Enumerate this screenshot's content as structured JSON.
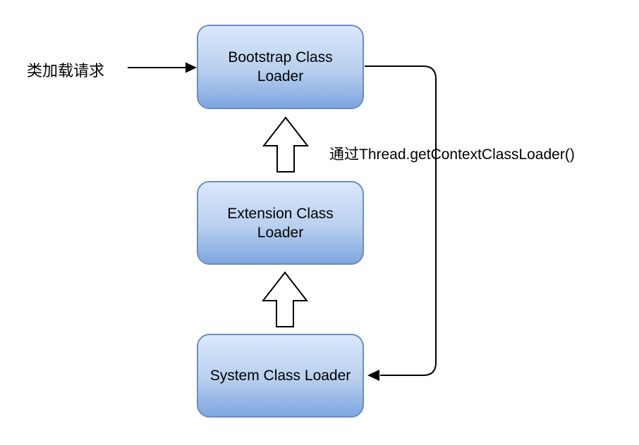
{
  "nodes": {
    "bootstrap": {
      "line1": "Bootstrap Class",
      "line2": "Loader"
    },
    "extension": {
      "line1": "Extension Class",
      "line2": "Loader"
    },
    "system": {
      "line1": "System Class Loader"
    }
  },
  "edges": {
    "request_label": "类加载请求",
    "context_label": "通过Thread.getContextClassLoader()"
  },
  "colors": {
    "node_fill_top": "#dae8fc",
    "node_fill_bottom": "#7ea6e0",
    "node_border": "#6c8ebf",
    "line": "#000000",
    "background": "#ffffff"
  }
}
